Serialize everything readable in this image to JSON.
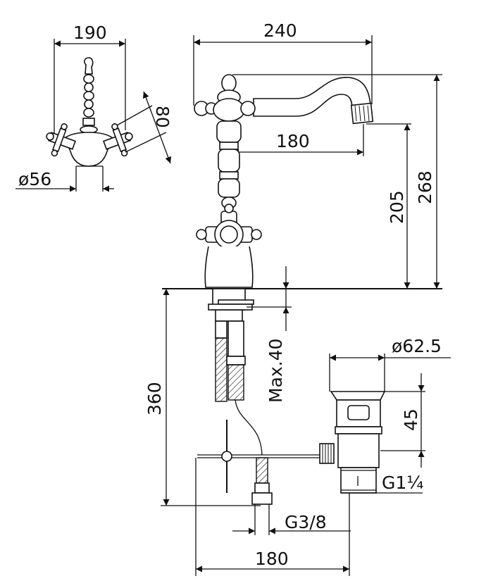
{
  "dimensions": {
    "top_width": "190",
    "spout_reach": "240",
    "handle_angle": "80",
    "base_diameter": "ø56",
    "spout_inner": "180",
    "spout_height": "205",
    "total_height": "268",
    "shank_length": "360",
    "max_thickness": "Max.40",
    "waste_diameter": "ø62.5",
    "waste_height": "45",
    "waste_thread": "G1¼",
    "hose_thread": "G3/8",
    "rod_length": "180"
  }
}
